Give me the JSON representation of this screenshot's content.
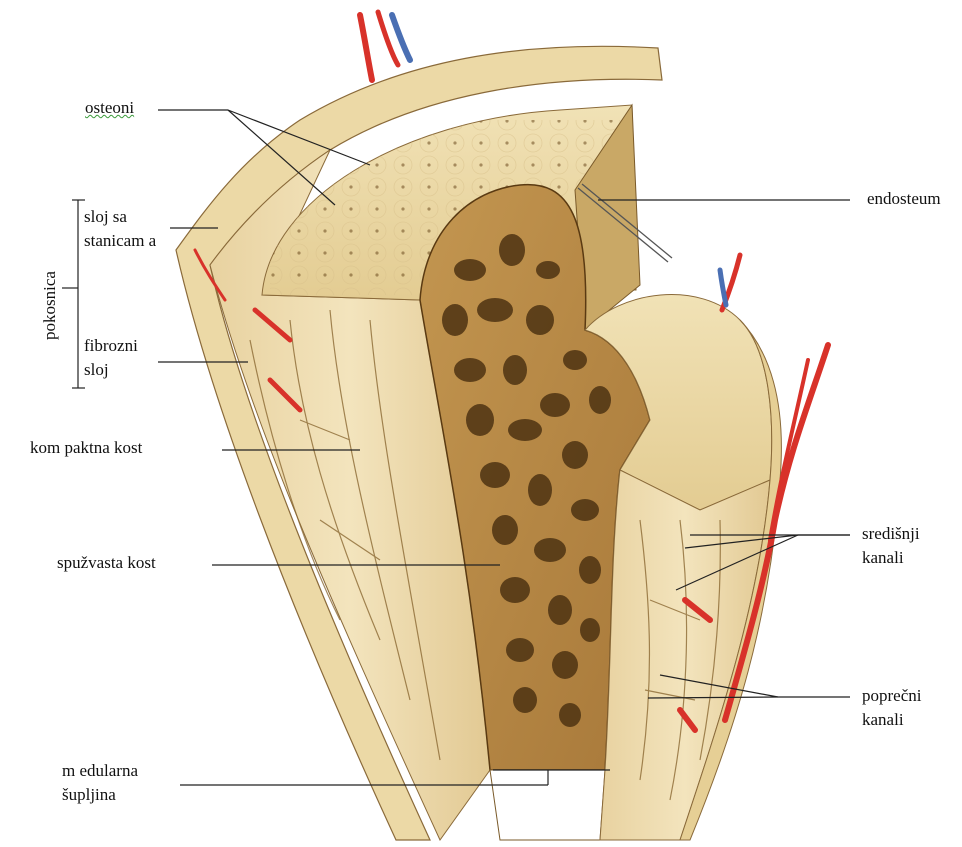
{
  "labels": {
    "osteoni": "osteoni",
    "endosteum": "endosteum",
    "sloj_sa_stanicama": [
      "sloj sa",
      "stanicam a"
    ],
    "pokosnica": "pokosnica",
    "fibrozni_sloj": [
      "fibrozni",
      "sloj"
    ],
    "kompaktna_kost": "kom paktna kost",
    "spuzvasta_kost": "spužvasta kost",
    "sredisnji_kanali": [
      "središnji",
      "kanali"
    ],
    "poprecni_kanali": [
      "poprečni",
      "kanali"
    ],
    "medularna_supljina": [
      "m edularna",
      "šupljina"
    ]
  },
  "colors": {
    "bone_light": "#efdcaa",
    "bone_mid": "#d9bd7c",
    "spongy_dark": "#6b4a1e",
    "spongy_fill": "#b88a3e",
    "artery": "#d8322a",
    "vein": "#4a6fb3",
    "leader_line": "#222222"
  }
}
